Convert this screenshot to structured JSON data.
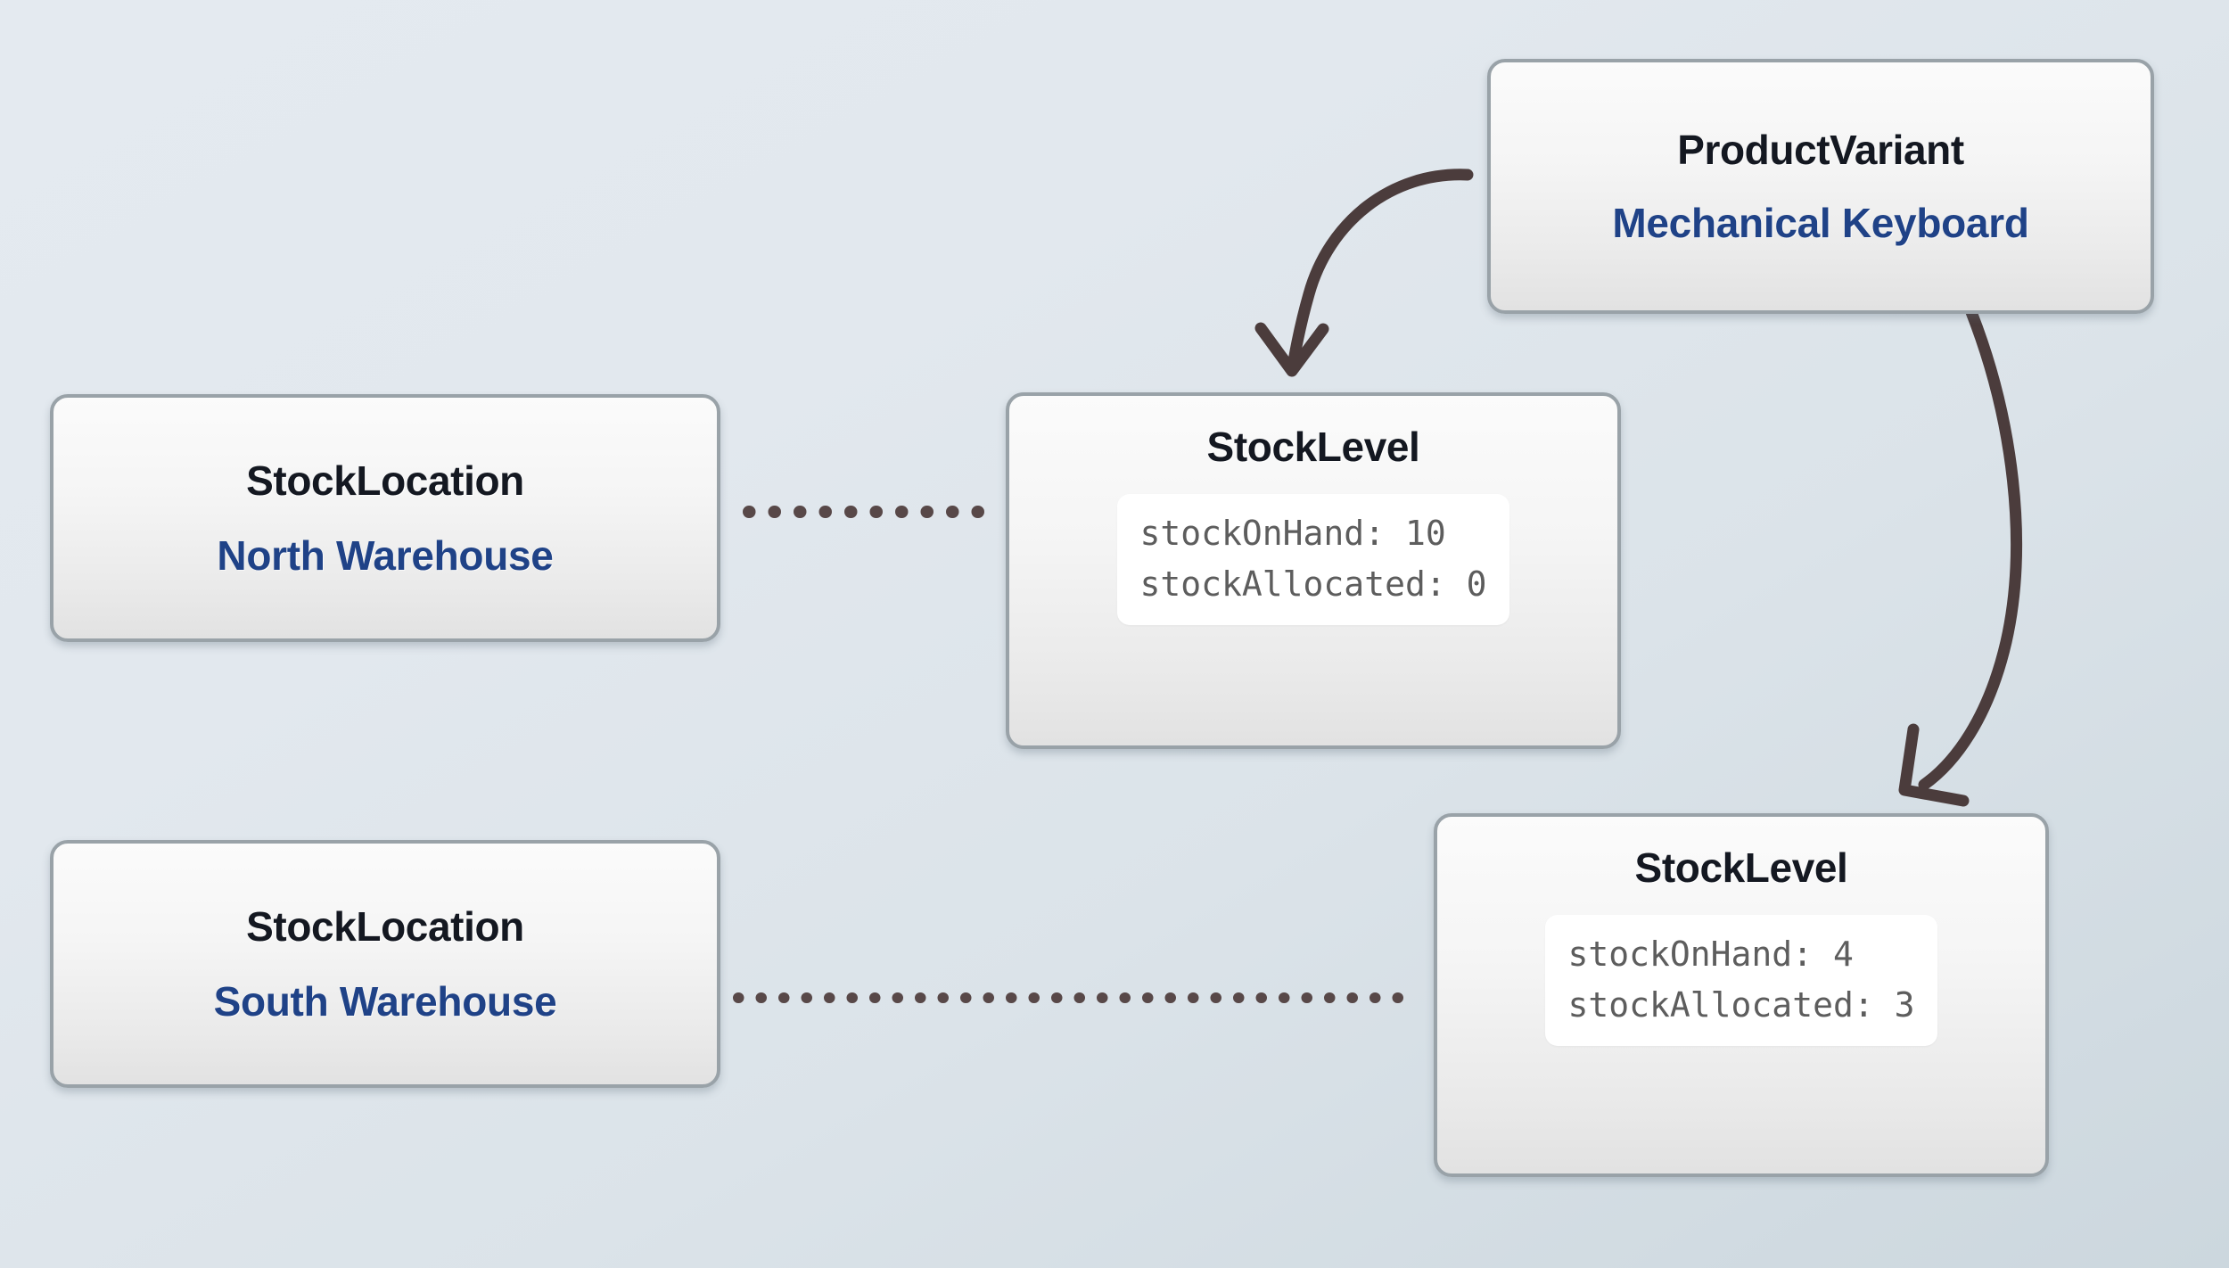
{
  "diagram": {
    "type": "entity-relationship",
    "background_top_color": "#e4eaf0",
    "background_bottom_color": "#ccd7de",
    "accent_blue": "#1f4287",
    "edge_color": "#4b3c3c",
    "node_border_color": "#99a2a8"
  },
  "nodes": {
    "product_variant": {
      "title": "ProductVariant",
      "subtitle": "Mechanical Keyboard"
    },
    "stock_location_north": {
      "title": "StockLocation",
      "subtitle": "North Warehouse"
    },
    "stock_location_south": {
      "title": "StockLocation",
      "subtitle": "South Warehouse"
    },
    "stock_level_north": {
      "title": "StockLevel",
      "attributes": [
        "stockOnHand: 10",
        "stockAllocated: 0"
      ]
    },
    "stock_level_south": {
      "title": "StockLevel",
      "attributes": [
        "stockOnHand: 4",
        "stockAllocated: 3"
      ]
    }
  },
  "edges": [
    {
      "name": "product-variant-to-stock-level-north",
      "style": "curved-arrow",
      "from": "product_variant",
      "to": "stock_level_north"
    },
    {
      "name": "product-variant-to-stock-level-south",
      "style": "curved-arrow",
      "from": "product_variant",
      "to": "stock_level_south"
    },
    {
      "name": "stock-location-north-to-stock-level-north",
      "style": "dotted-line",
      "from": "stock_location_north",
      "to": "stock_level_north"
    },
    {
      "name": "stock-location-south-to-stock-level-south",
      "style": "dotted-line",
      "from": "stock_location_south",
      "to": "stock_level_south"
    }
  ]
}
